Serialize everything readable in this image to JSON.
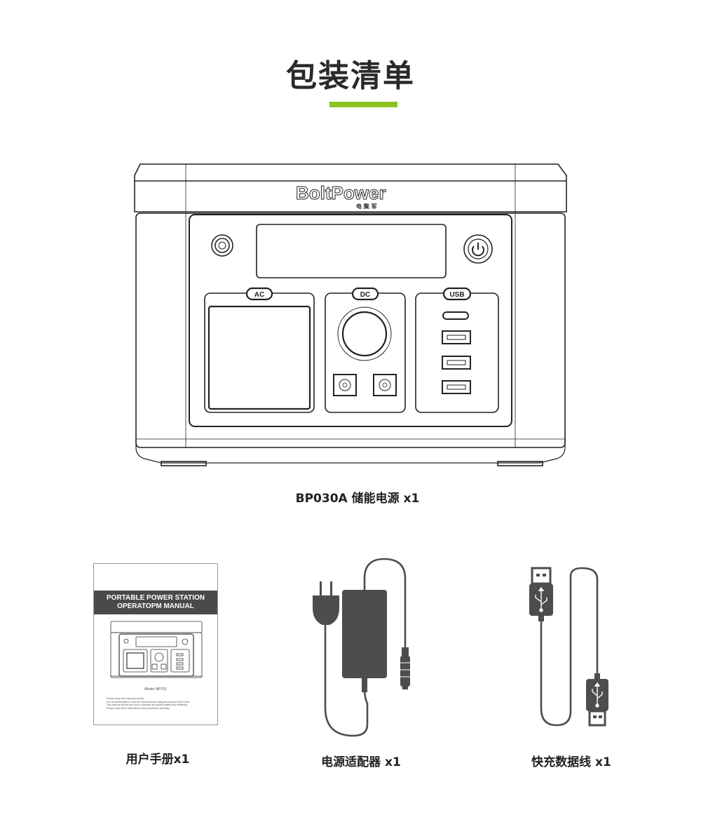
{
  "page": {
    "title": "包装清单",
    "accent_color": "#8cc21f"
  },
  "main_product": {
    "brand_logo": "BoltPower",
    "brand_sub": "电 獒 军",
    "ports": {
      "ac_label": "AC",
      "dc_label": "DC",
      "usb_label": "USB"
    },
    "caption": "BP030A 储能电源 x1"
  },
  "manual": {
    "cover_line1": "PORTABLE POWER STATION",
    "cover_line2": "OPERATOPM MANUAL",
    "model_text": "Model: BP701",
    "notes": [
      "Please keep this manual properly.",
      "It is recommended to read the manual before using the product every time.",
      "This manual will tell you how to operate the product safely and efficiently.",
      "Please read these instructions and precautions carefully!"
    ],
    "caption": "用户手册x1"
  },
  "adapter": {
    "caption": "电源适配器 x1"
  },
  "cable": {
    "caption": "快充数据线 x1"
  },
  "icons": [
    "power-button-icon",
    "usb-symbol-icon",
    "plug-icon"
  ],
  "colors": {
    "product_stroke": "#222222",
    "accessory_fill": "#4d4d4d"
  }
}
